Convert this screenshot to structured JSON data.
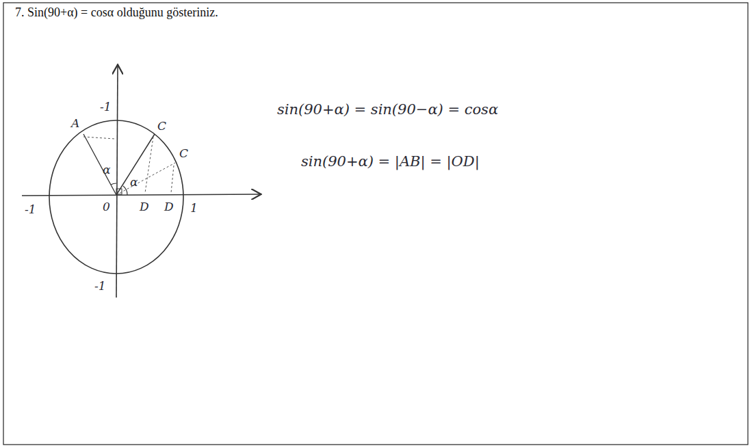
{
  "diagram": {
    "labels": [
      "7. Sin(90+α) = cosα  olduğunu gösteriniz.",
      "-1",
      "A",
      "C",
      "C",
      "α",
      "α",
      "0",
      "D",
      "D",
      "-1",
      "1",
      "-1",
      "sin(90+α) = sin(90−α) = cosα",
      "sin(90+α) = |AB| = |OD|"
    ]
  }
}
